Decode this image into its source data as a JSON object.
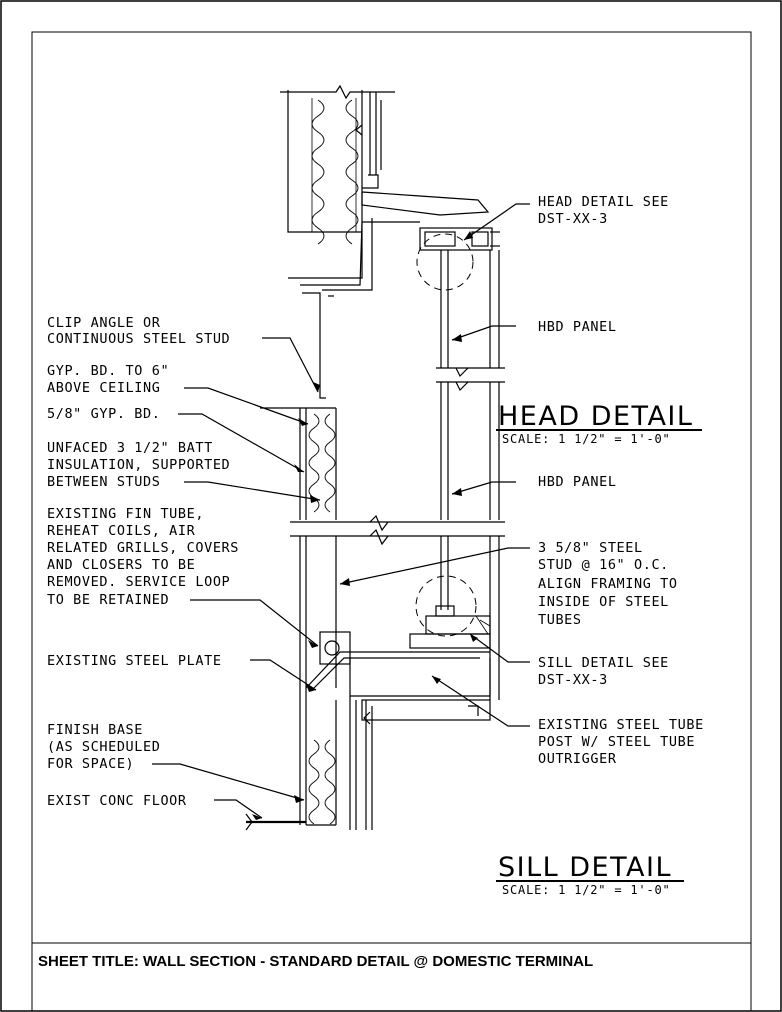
{
  "sheet_title": "SHEET TITLE:  WALL SECTION - STANDARD DETAIL @ DOMESTIC TERMINAL",
  "titles": {
    "head_detail": "HEAD DETAIL",
    "head_scale": "SCALE: 1 1/2\" = 1'-0\"",
    "sill_detail": "SILL DETAIL",
    "sill_scale": "SCALE: 1 1/2\" = 1'-0\""
  },
  "left_labels": {
    "clip_angle": [
      "CLIP ANGLE OR",
      "CONTINUOUS STEEL STUD"
    ],
    "gyp_bd_6": [
      "GYP. BD. TO 6\"",
      "ABOVE CEILING"
    ],
    "gyp_bd_58": [
      "5/8\" GYP. BD."
    ],
    "batt": [
      "UNFACED 3 1/2\" BATT",
      "INSULATION, SUPPORTED",
      "BETWEEN STUDS"
    ],
    "fin_tube": [
      "EXISTING FIN TUBE,",
      "REHEAT COILS, AIR",
      "RELATED GRILLS, COVERS",
      "AND CLOSERS TO BE",
      "REMOVED. SERVICE LOOP",
      "TO BE RETAINED"
    ],
    "steel_plate": [
      "EXISTING STEEL PLATE"
    ],
    "finish_base": [
      "FINISH BASE",
      "(AS SCHEDULED",
      "FOR SPACE)"
    ],
    "conc_floor": [
      "EXIST CONC FLOOR"
    ]
  },
  "right_labels": {
    "head_see": [
      "HEAD DETAIL SEE",
      "DST-XX-3"
    ],
    "hbd_panel_1": [
      "HBD PANEL"
    ],
    "hbd_panel_2": [
      "HBD PANEL"
    ],
    "steel_stud": [
      "3 5/8\" STEEL",
      "STUD @ 16\" O.C.",
      "ALIGN FRAMING TO",
      "INSIDE OF STEEL",
      "TUBES"
    ],
    "sill_see": [
      "SILL DETAIL SEE",
      "DST-XX-3"
    ],
    "steel_tube": [
      "EXISTING STEEL TUBE",
      "POST W/ STEEL TUBE",
      "OUTRIGGER"
    ]
  }
}
